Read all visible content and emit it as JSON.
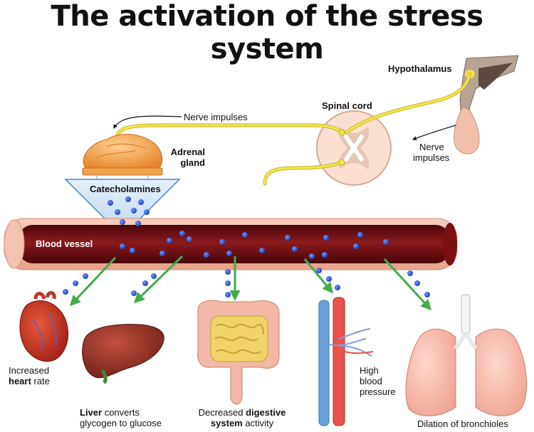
{
  "title": "The activation of the stress system",
  "labels": {
    "hypothalamus": "Hypothalamus",
    "spinal_cord": "Spinal cord",
    "nerve_impulses_top": "Nerve impulses",
    "nerve_impulses_right_1": "Nerve",
    "nerve_impulses_right_2": "impulses",
    "adrenal_1": "Adrenal",
    "adrenal_2": "gland",
    "catecholamines": "Catecholamines",
    "blood_vessel": "Blood vessel"
  },
  "effects": {
    "heart": {
      "line1": "Increased",
      "bold": "heart",
      "rest": " rate"
    },
    "liver": {
      "bold": "Liver",
      "rest1": " converts",
      "line2": "glycogen to glucose"
    },
    "digestive": {
      "pre": "Decreased ",
      "bold1": "digestive",
      "bold2": "system",
      "rest": " activity"
    },
    "pressure": {
      "line1": "High",
      "line2": "blood",
      "line3": "pressure"
    },
    "lungs": {
      "text": "Dilation of bronchioles"
    }
  },
  "colors": {
    "vessel_wall": "#f3b9a6",
    "vessel_inner": "#6e0c10",
    "dots": "#1f4fd8",
    "arrows": "#3fae49",
    "nerve": "#f0e43a",
    "adrenal": "#f3a24a",
    "funnel": "#cfe3f7"
  }
}
